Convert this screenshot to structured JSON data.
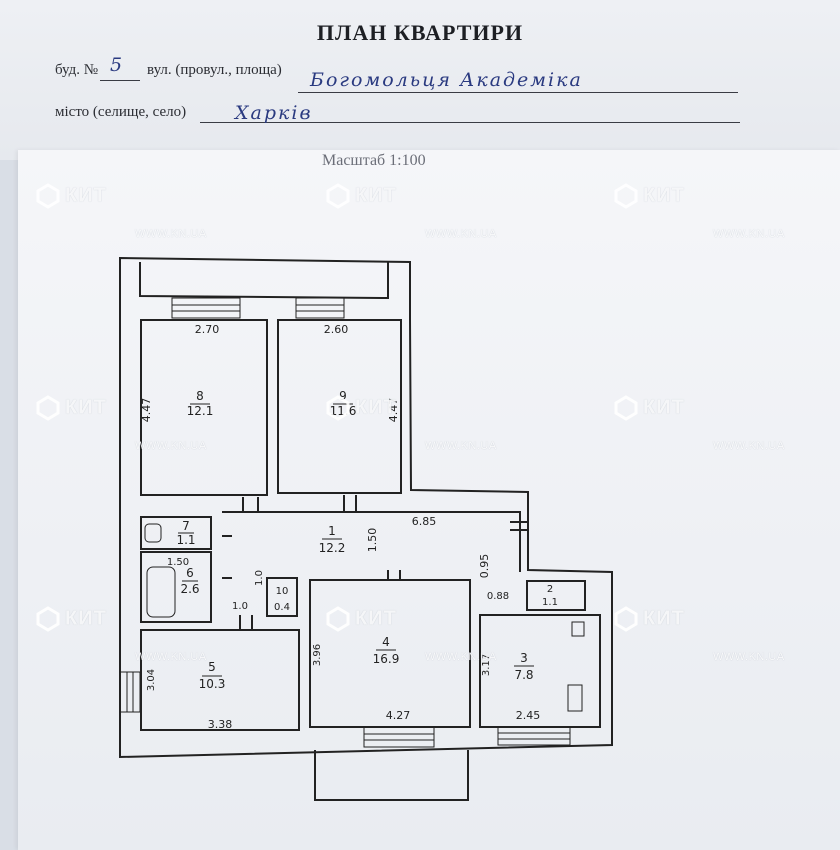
{
  "header": {
    "title": "ПЛАН КВАРТИРИ",
    "building_label": "буд. №",
    "building_no": "5",
    "street_label": "вул. (провул., площа)",
    "street": "Богомольця Академіка",
    "city_label": "місто (селище, село)",
    "city": "Харків"
  },
  "scale": "Масштаб 1:100",
  "watermark": {
    "brand": "КИТ",
    "url": "WWW.KN.UA"
  },
  "rooms": [
    {
      "no": "8",
      "area": "12.1"
    },
    {
      "no": "9",
      "area": "11.6"
    },
    {
      "no": "1",
      "area": "12.2"
    },
    {
      "no": "7",
      "area": "1.1"
    },
    {
      "no": "6",
      "area": "2.6"
    },
    {
      "no": "10",
      "area": "0.4"
    },
    {
      "no": "2",
      "area": "1.1"
    },
    {
      "no": "5",
      "area": "10.3"
    },
    {
      "no": "4",
      "area": "16.9"
    },
    {
      "no": "3",
      "area": "7.8"
    }
  ],
  "dimensions": [
    "2.70",
    "2.60",
    "4.47",
    "4.47",
    "6.85",
    "1.50",
    "0.95",
    "1.50",
    "1.0",
    "1.0",
    "0.88",
    "3.04",
    "3.38",
    "3.96",
    "4.27",
    "3.17",
    "2.45"
  ],
  "colors": {
    "ink": "#222222",
    "handwriting": "#2a3a80",
    "paper": "#f2f4f7"
  }
}
